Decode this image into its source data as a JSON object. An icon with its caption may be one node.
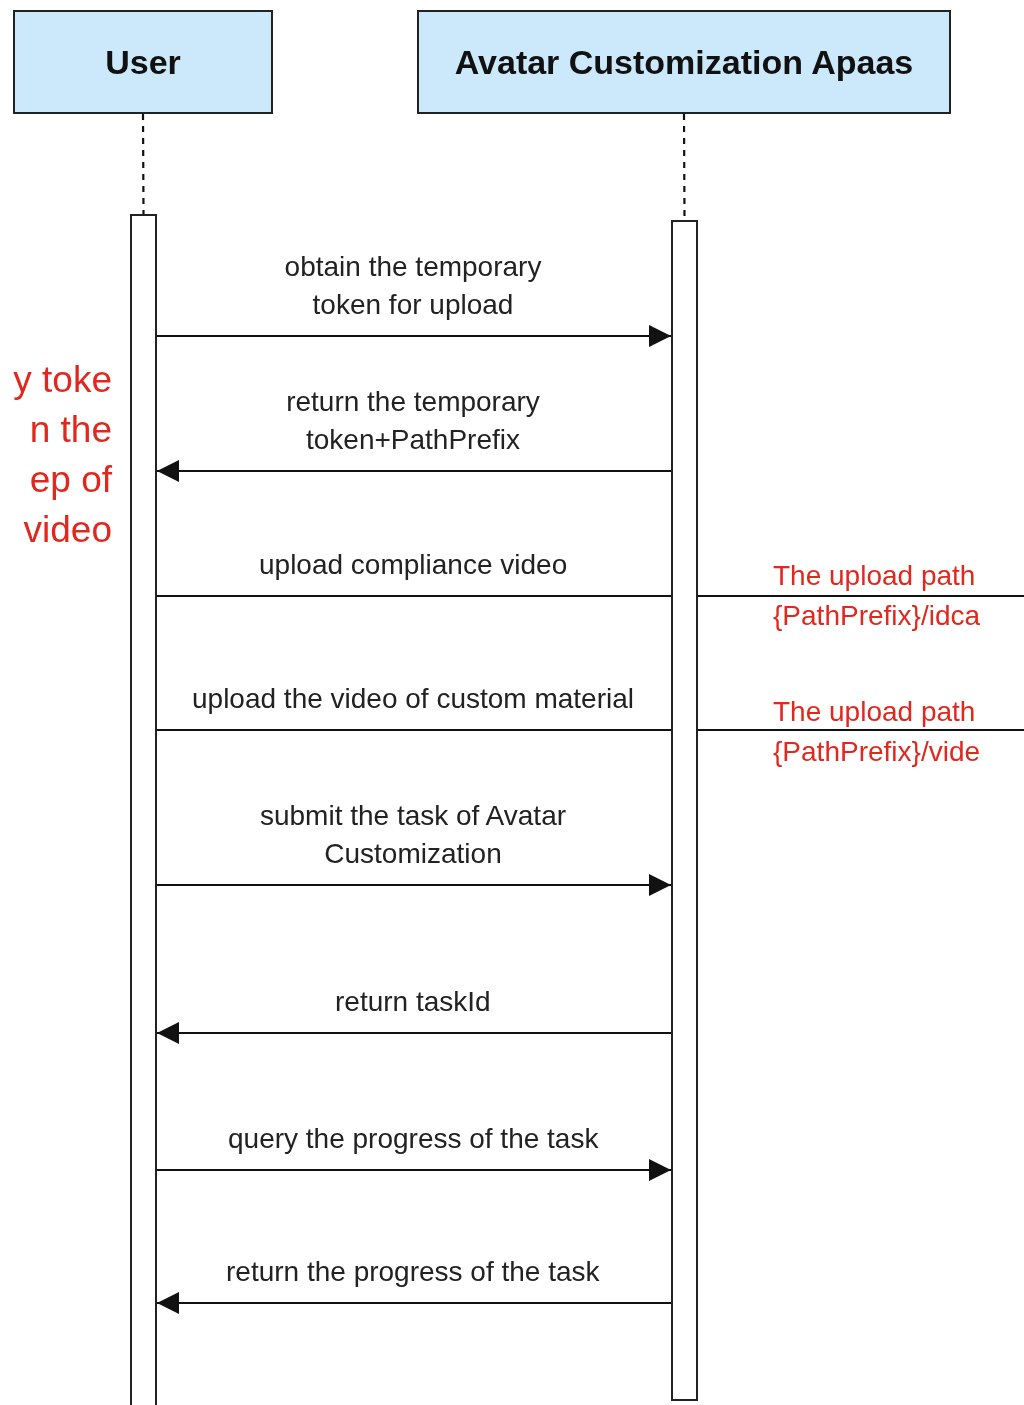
{
  "diagram": {
    "nodes": [
      {
        "text": [
          "User"
        ]
      },
      {
        "text": [
          "Avatar Customization Apaas"
        ]
      },
      {
        "text": [],
        "shape": "bar"
      },
      {
        "text": [],
        "shape": "bar"
      }
    ],
    "edges": [
      {
        "from": 0,
        "to": 2,
        "arrow": "none",
        "style": "dashed"
      },
      {
        "from": 1,
        "to": 3,
        "arrow": "none",
        "style": "dashed"
      },
      {
        "from": 2,
        "to": 3,
        "arrow": "to",
        "label": "obtain the temporary token for upload"
      },
      {
        "from": 3,
        "to": 2,
        "arrow": "to",
        "label": "return the temporary token+PathPrefix"
      },
      {
        "from": 2,
        "to": null,
        "arrow": "none",
        "label": "upload compliance video"
      },
      {
        "from": 2,
        "to": null,
        "arrow": "none",
        "label": "upload the video of custom material"
      },
      {
        "from": 2,
        "to": 3,
        "arrow": "to",
        "label": "submit the task of Avatar Customization"
      },
      {
        "from": 3,
        "to": 2,
        "arrow": "to",
        "label": "return taskId"
      },
      {
        "from": 2,
        "to": 3,
        "arrow": "to",
        "label": "query the progress of the task"
      },
      {
        "from": 3,
        "to": 2,
        "arrow": "to",
        "label": "return the progress of the task"
      }
    ],
    "labels": [
      "y toke n the ep of video",
      "The upload path {PathPrefix}/idca",
      "The upload path {PathPrefix}/vide"
    ]
  }
}
